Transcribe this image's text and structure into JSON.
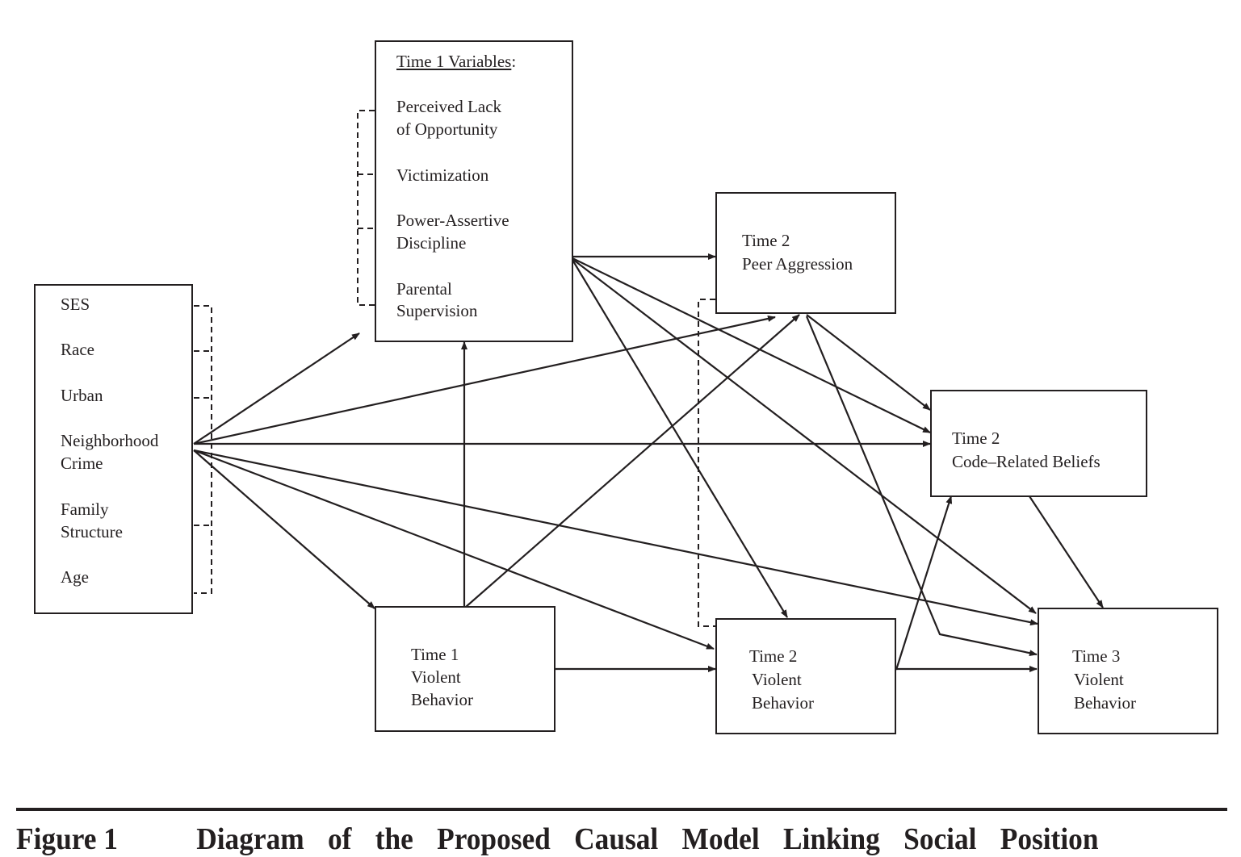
{
  "diagram": {
    "nodes": {
      "background": {
        "items": [
          "SES",
          "Race",
          "Urban",
          "Neighborhood",
          "Crime",
          "Family",
          "Structure",
          "Age"
        ]
      },
      "time1_vars": {
        "header": "Time 1 Variables",
        "header_suffix": ":",
        "items": [
          "Perceived Lack",
          "of Opportunity",
          "Victimization",
          "Power-Assertive",
          "Discipline",
          "Parental",
          "Supervision"
        ]
      },
      "peer_aggression": {
        "line1": "Time 2",
        "line2": "Peer Aggression"
      },
      "code_beliefs": {
        "line1": "Time 2",
        "line2": "Code–Related Beliefs"
      },
      "t1_violent": {
        "line1": "Time 1",
        "line2": "Violent",
        "line3": "Behavior"
      },
      "t2_violent": {
        "line1": "Time 2",
        "line2": "Violent",
        "line3": "Behavior"
      },
      "t3_violent": {
        "line1": "Time 3",
        "line2": "Violent",
        "line3": "Behavior"
      }
    },
    "edges": [
      {
        "from": "background",
        "to": "time1_vars"
      },
      {
        "from": "background",
        "to": "peer_aggression"
      },
      {
        "from": "background",
        "to": "code_beliefs"
      },
      {
        "from": "background",
        "to": "t1_violent"
      },
      {
        "from": "background",
        "to": "t2_violent"
      },
      {
        "from": "background",
        "to": "t3_violent"
      },
      {
        "from": "t1_violent",
        "to": "time1_vars"
      },
      {
        "from": "t1_violent",
        "to": "peer_aggression"
      },
      {
        "from": "t1_violent",
        "to": "t2_violent"
      },
      {
        "from": "time1_vars",
        "to": "peer_aggression"
      },
      {
        "from": "time1_vars",
        "to": "code_beliefs"
      },
      {
        "from": "time1_vars",
        "to": "t2_violent"
      },
      {
        "from": "time1_vars",
        "to": "t3_violent"
      },
      {
        "from": "peer_aggression",
        "to": "code_beliefs"
      },
      {
        "from": "peer_aggression",
        "to": "t3_violent"
      },
      {
        "from": "t2_violent",
        "to": "code_beliefs"
      },
      {
        "from": "t2_violent",
        "to": "t3_violent"
      },
      {
        "from": "code_beliefs",
        "to": "t3_violent"
      }
    ],
    "correlations": [
      "background-items",
      "time1-variables",
      "peer-aggression-with-t2-violent"
    ]
  },
  "caption": {
    "figure_label": "Figure 1",
    "title": "Diagram of the Proposed Causal Model Linking Social Position"
  }
}
